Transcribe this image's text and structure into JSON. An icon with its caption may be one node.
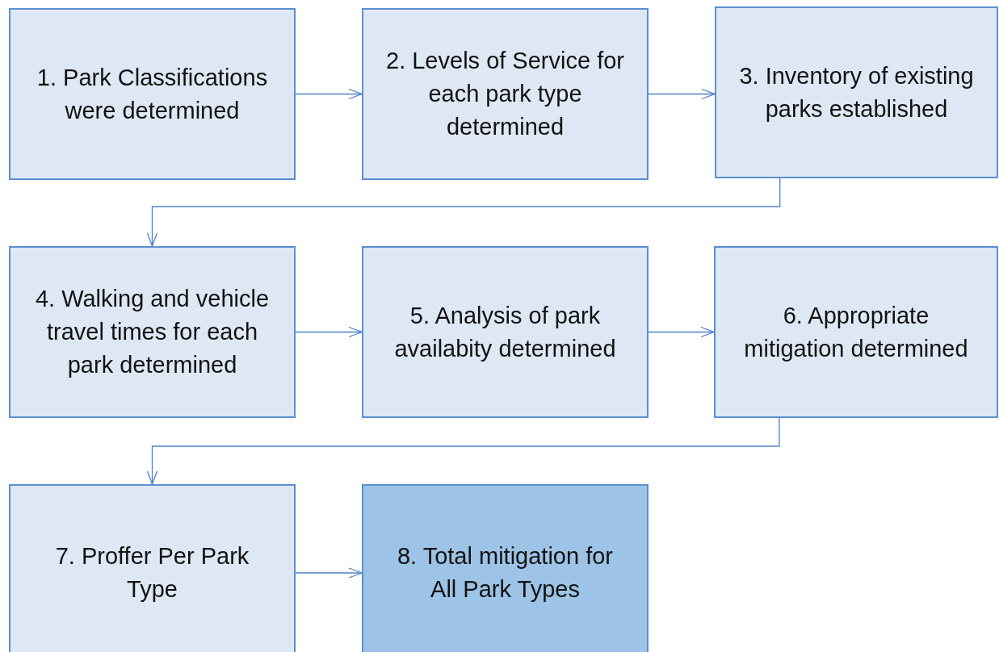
{
  "diagram": {
    "nodes": [
      {
        "text": [
          "1. Park Classifications were determined"
        ]
      },
      {
        "text": [
          "2. Levels of Service for each park type determined"
        ]
      },
      {
        "text": [
          "3. Inventory of existing parks established"
        ]
      },
      {
        "text": [
          "4. Walking and vehicle travel times for each park determined"
        ]
      },
      {
        "text": [
          "5. Analysis of park availabity determined"
        ]
      },
      {
        "text": [
          "6. Appropriate mitigation determined"
        ]
      },
      {
        "text": [
          "7. Proffer Per Park Type"
        ]
      },
      {
        "text": [
          "8. Total mitigation for All Park Types"
        ]
      }
    ],
    "edges": [
      {
        "from": 0,
        "to": 1,
        "arrow": "to"
      },
      {
        "from": 1,
        "to": 2,
        "arrow": "to"
      },
      {
        "from": 2,
        "to": 3,
        "arrow": "to"
      },
      {
        "from": 3,
        "to": 4,
        "arrow": "to"
      },
      {
        "from": 4,
        "to": 5,
        "arrow": "to"
      },
      {
        "from": 5,
        "to": 6,
        "arrow": "to"
      },
      {
        "from": 6,
        "to": 7,
        "arrow": "to"
      }
    ]
  }
}
